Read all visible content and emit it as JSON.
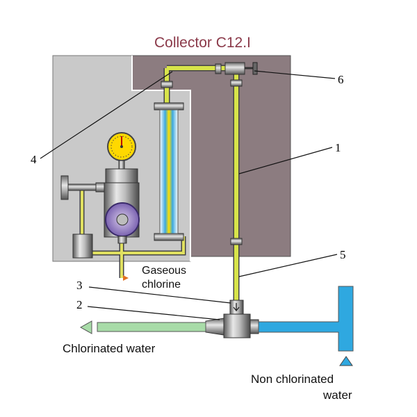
{
  "title": "Collector C12.I",
  "labels": {
    "gaseous_chlorine_line1": "Gaseous",
    "gaseous_chlorine_line2": "chlorine",
    "chlorinated_water": "Chlorinated water",
    "non_chlorinated_line1": "Non chlorinated",
    "non_chlorinated_line2": "water"
  },
  "callouts": {
    "n1": "1",
    "n2": "2",
    "n3": "3",
    "n4": "4",
    "n5": "5",
    "n6": "6"
  },
  "colors": {
    "title": "#8b3a4a",
    "panel_dark": "#8c7c80",
    "panel_light": "#c9c9c9",
    "pipe_yellow": "#d8e44a",
    "water_blue": "#2fa8e0",
    "chlorinated_green": "#a8dca8",
    "gas_orange": "#e07020"
  }
}
